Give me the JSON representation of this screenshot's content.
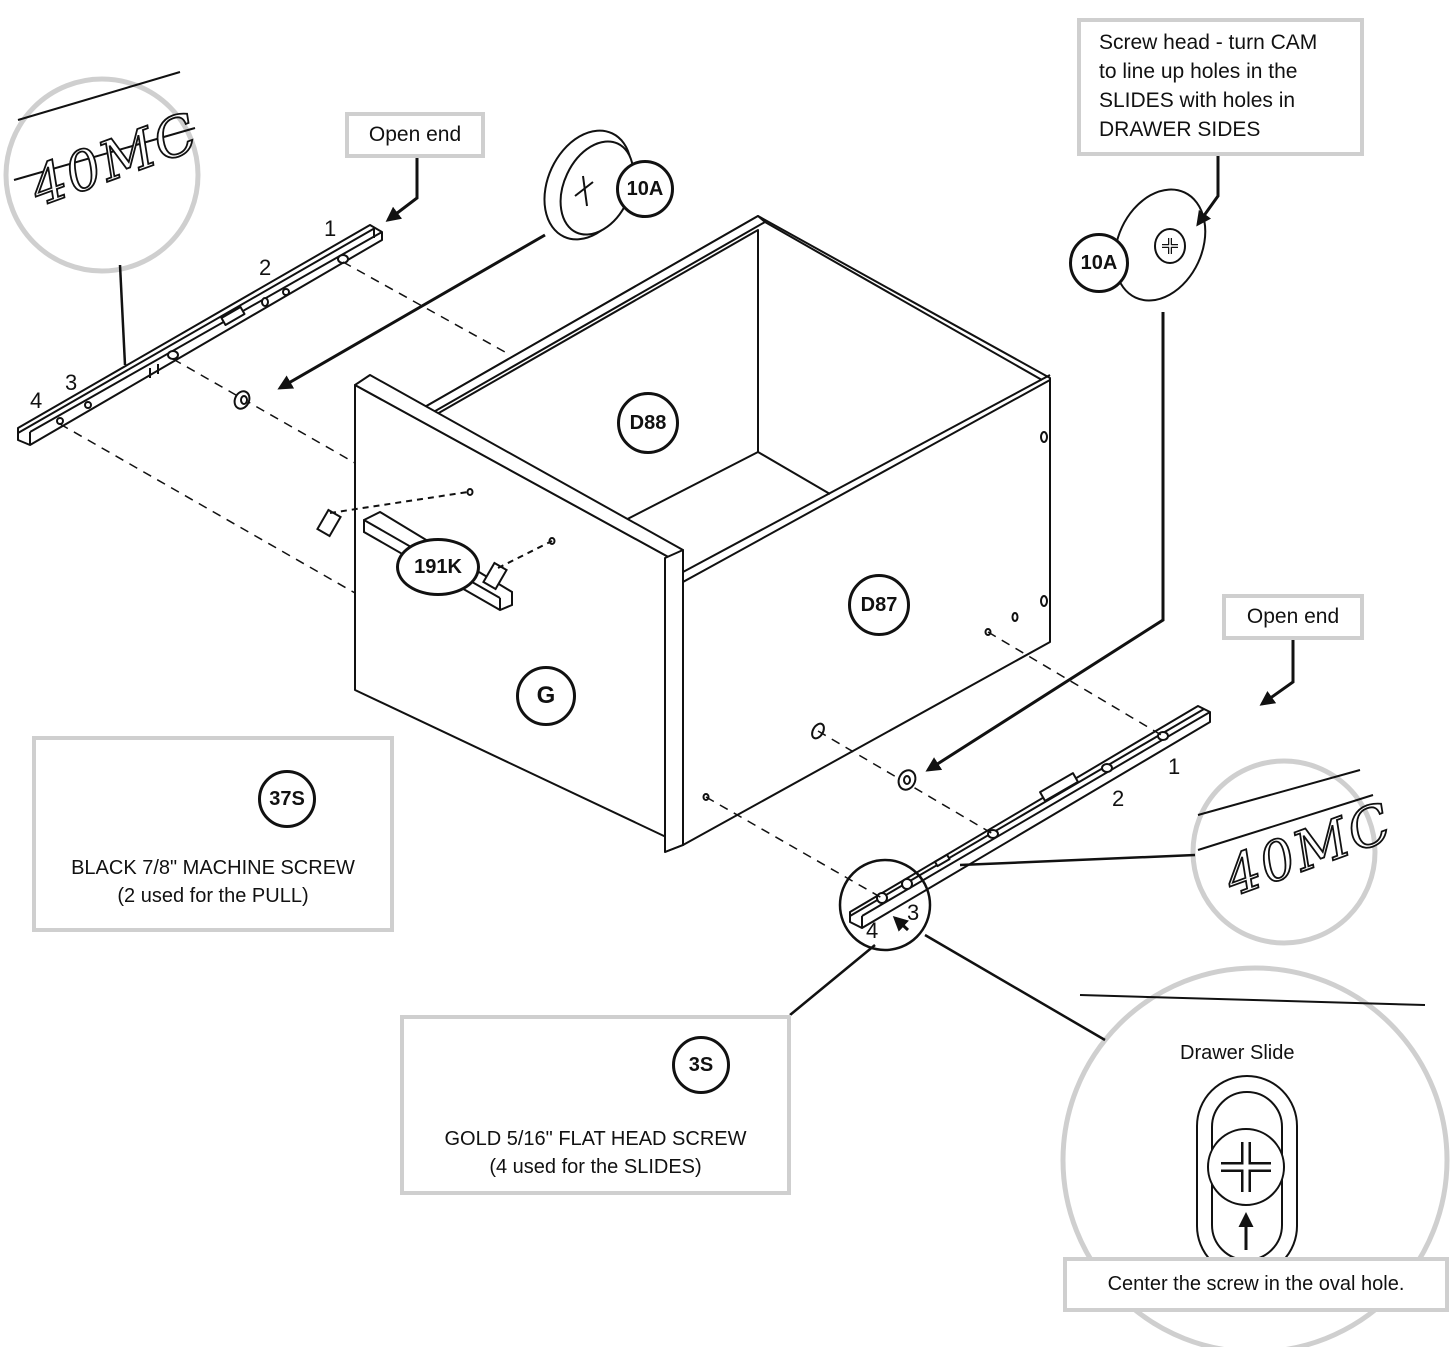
{
  "callouts": {
    "open_end_left": "Open end",
    "open_end_right": "Open end",
    "screw_head_note": [
      "Screw head - turn CAM",
      "to line up holes in the",
      "SLIDES with holes in",
      "DRAWER SIDES"
    ],
    "drawer_slide": "Drawer Slide",
    "center_screw": "Center the screw in the oval hole."
  },
  "magnifier_text": {
    "left": "40MC",
    "right": "40MC"
  },
  "part_labels": {
    "cam_top": "10A",
    "cam_right": "10A",
    "back_panel": "D88",
    "side_panel": "D87",
    "front_panel": "G",
    "pull": "191K",
    "machine_screw": "37S",
    "flat_screw": "3S"
  },
  "slide_numbers": {
    "left": [
      "1",
      "2",
      "3",
      "4"
    ],
    "right": [
      "1",
      "2",
      "3",
      "4"
    ]
  },
  "hardware": {
    "machine_screw": {
      "name": "BLACK 7/8\" MACHINE SCREW",
      "usage": "(2 used for the PULL)"
    },
    "flat_screw": {
      "name": "GOLD 5/16\" FLAT HEAD SCREW",
      "usage": "(4 used for the SLIDES)"
    }
  },
  "colors": {
    "line": "#111111",
    "box_border": "#cfcfcf",
    "background": "#ffffff"
  }
}
